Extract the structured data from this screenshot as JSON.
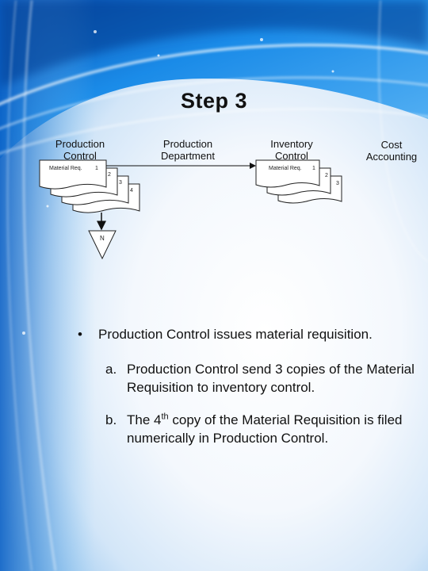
{
  "slide": {
    "title": "Step 3",
    "columns": [
      {
        "line1": "Production",
        "line2": "Control"
      },
      {
        "line1": "Production",
        "line2": "Department"
      },
      {
        "line1": "Inventory",
        "line2": "Control"
      },
      {
        "line1": "Cost",
        "line2": "Accounting"
      }
    ],
    "flowchart": {
      "doc_label": "Material Req.",
      "copy_numbers": [
        "1",
        "2",
        "3",
        "4"
      ],
      "file_label": "N"
    },
    "bullet": {
      "marker": "•",
      "text": "Production Control issues material requisition."
    },
    "sub_items": [
      {
        "label": "a.",
        "text": "Production Control send 3 copies of the Material Requisition to inventory control."
      },
      {
        "label": "b.",
        "text_before": "The 4",
        "sup": "th",
        "text_after": " copy of the Material Requisition is filed numerically in Production Control."
      }
    ],
    "colors": {
      "text": "#111111",
      "diagram_stroke": "#222222",
      "background_blue": "#0b6fd6"
    }
  }
}
